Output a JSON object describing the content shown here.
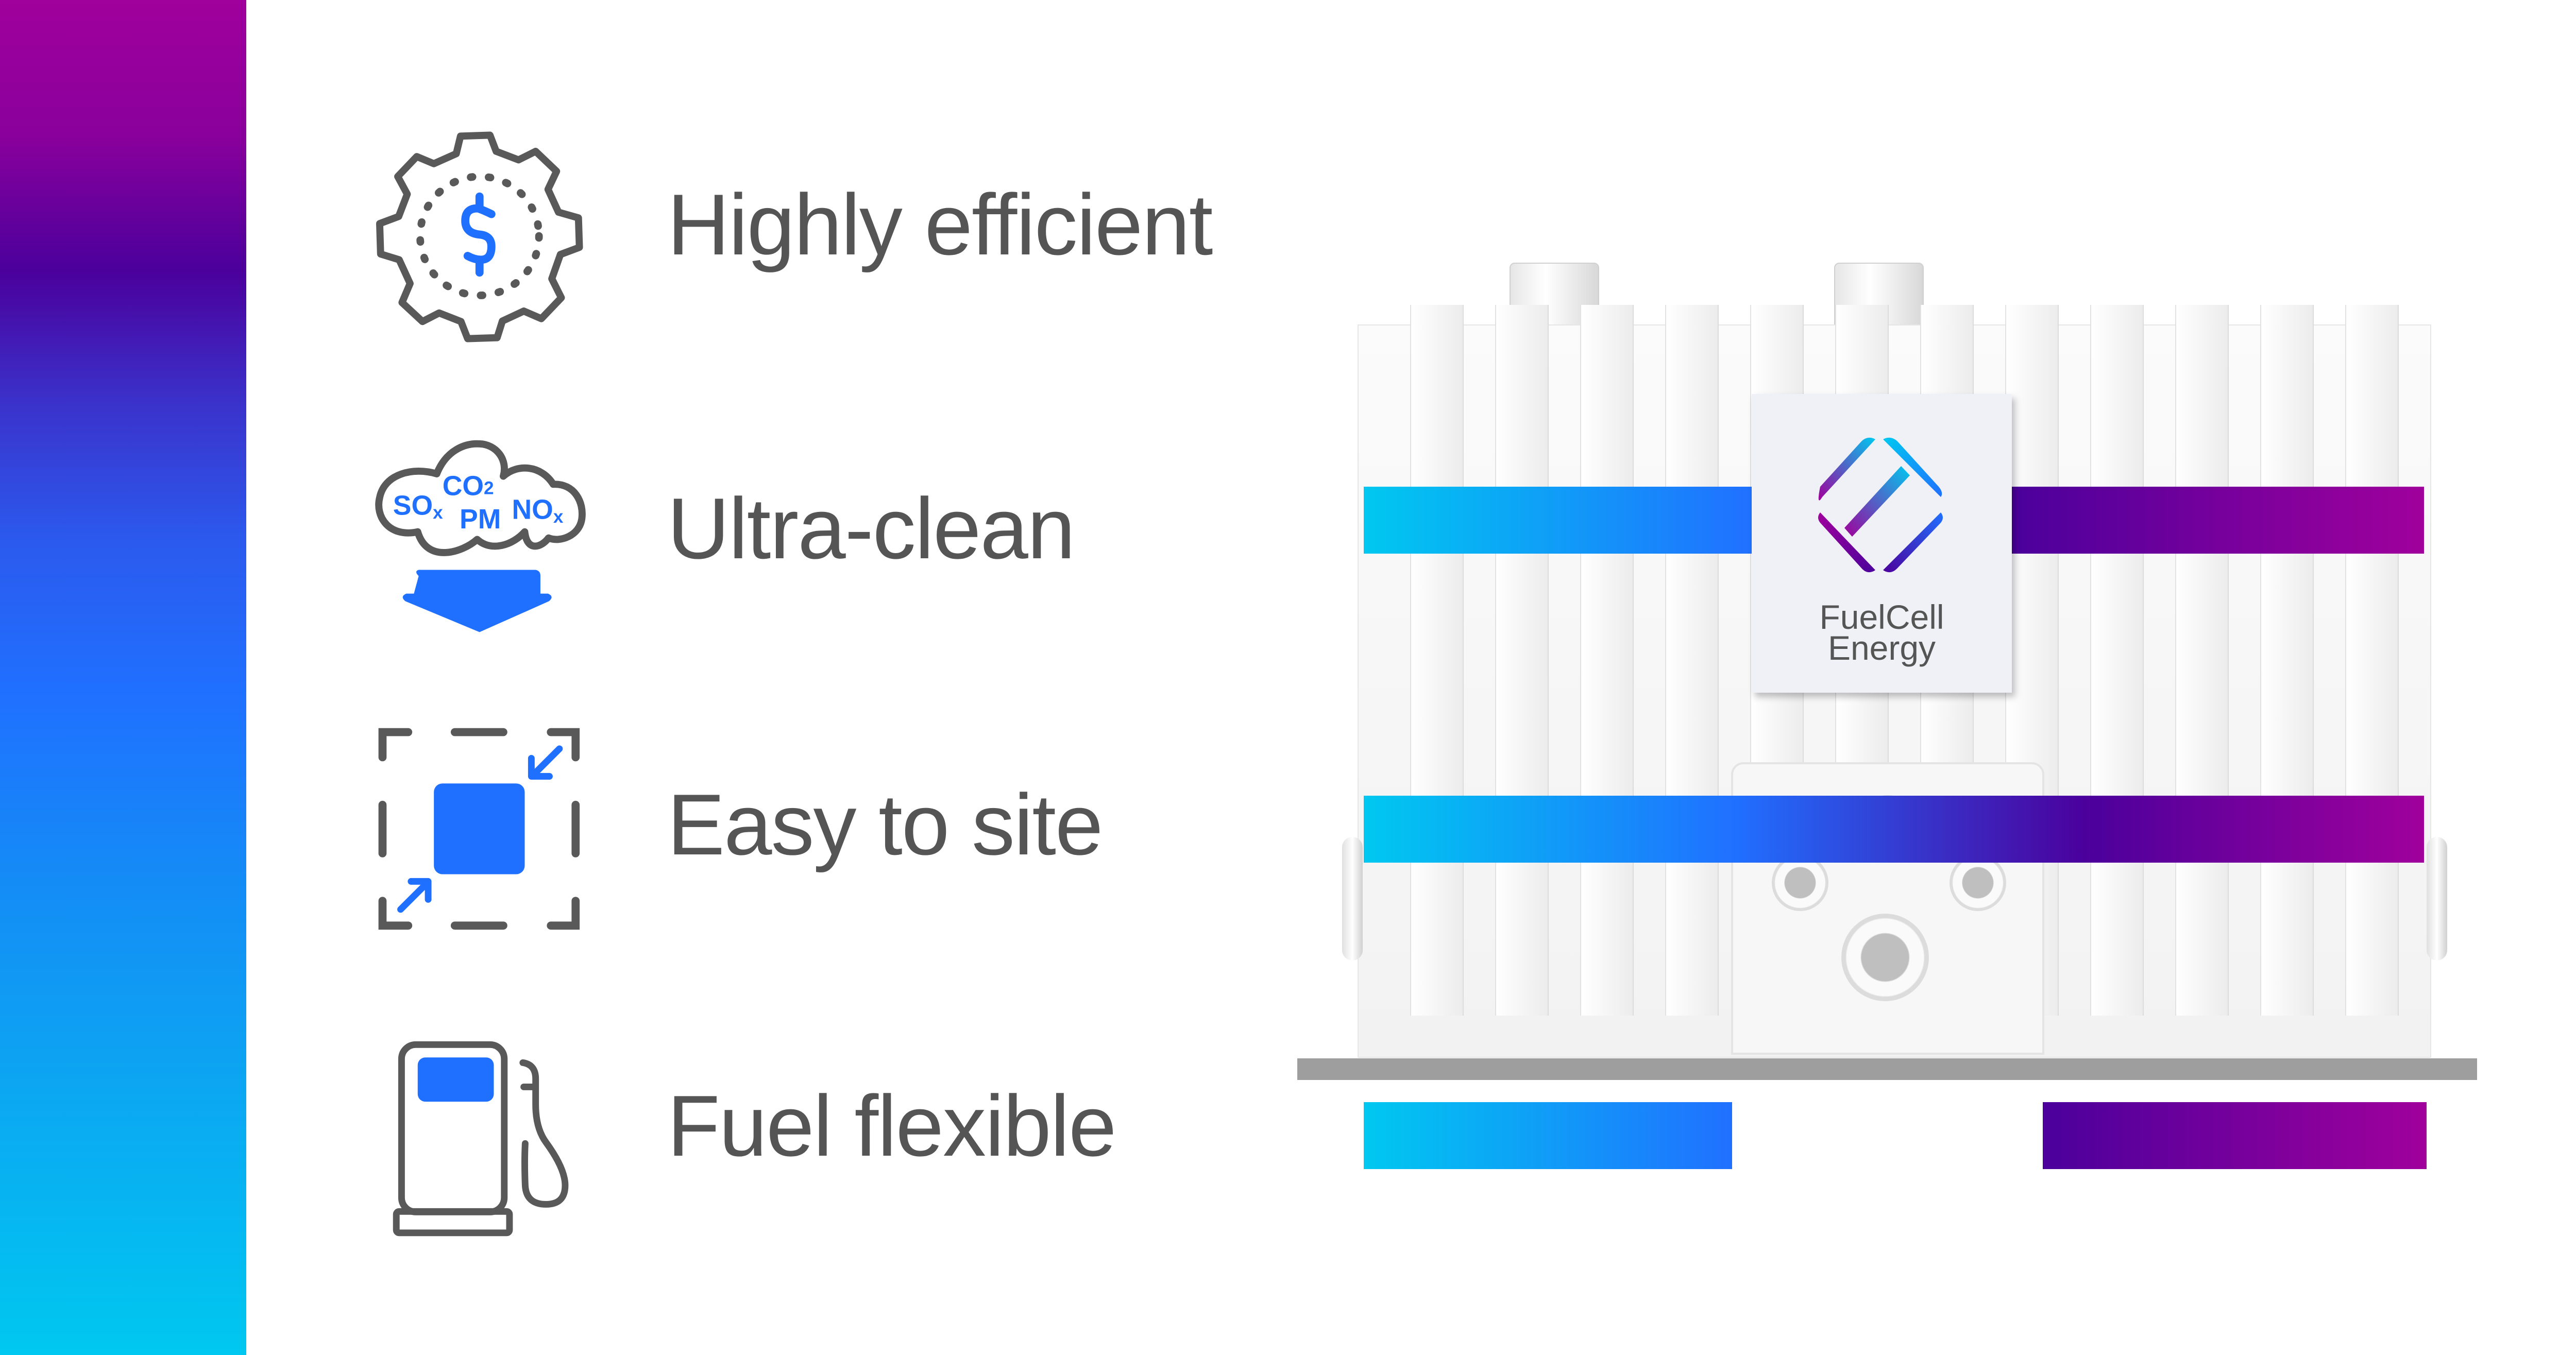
{
  "colors": {
    "text": "#555555",
    "icon_outline": "#595959",
    "accent_blue": "#2070FF",
    "gradient": [
      "#A0009C",
      "#4B009C",
      "#2070FF",
      "#00C8F0"
    ],
    "base_gray": "#9E9E9E"
  },
  "features": [
    {
      "label": "Highly efficient",
      "icon": "gear-dollar-icon"
    },
    {
      "label": "Ultra-clean",
      "icon": "emissions-cloud-down-arrow-icon",
      "icon_text": {
        "sox": "SO",
        "sox_sub": "x",
        "co2": "CO",
        "co2_sub": "2",
        "pm": "PM",
        "nox": "NO",
        "nox_sub": "x"
      }
    },
    {
      "label": "Easy to site",
      "icon": "compact-footprint-icon"
    },
    {
      "label": "Fuel flexible",
      "icon": "fuel-pump-icon"
    }
  ],
  "product": {
    "name": "fuel-cell-module",
    "logo": {
      "line1": "FuelCell",
      "line2": "Energy",
      "icon": "fuelcell-energy-logo-icon"
    }
  }
}
